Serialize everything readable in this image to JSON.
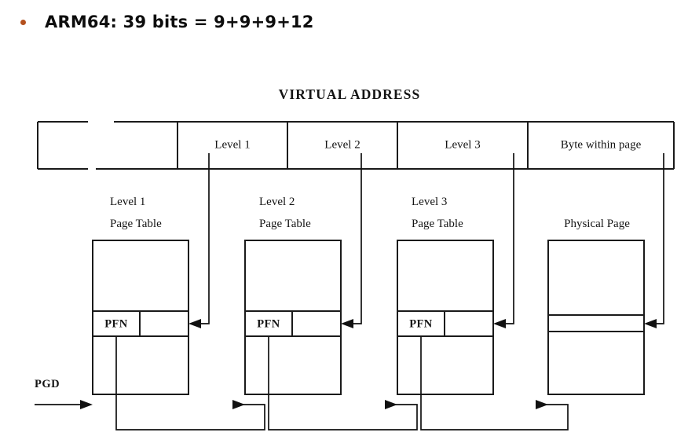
{
  "slide": {
    "bullet": {
      "marker_color": "#b4501e",
      "text": "ARM64: 39 bits = 9+9+9+12"
    }
  },
  "diagram": {
    "title": "VIRTUAL ADDRESS",
    "virtual_address": {
      "fields": [
        {
          "label": "",
          "name": "unused-high-bits"
        },
        {
          "label": "",
          "name": "elided-bits"
        },
        {
          "label": "Level 1",
          "name": "level-1-index"
        },
        {
          "label": "Level 2",
          "name": "level-2-index"
        },
        {
          "label": "Level 3",
          "name": "level-3-index"
        },
        {
          "label": "Byte within page",
          "name": "page-offset"
        }
      ]
    },
    "tables": [
      {
        "line1": "Level 1",
        "line2": "Page Table",
        "entry_label": "PFN"
      },
      {
        "line1": "Level 2",
        "line2": "Page Table",
        "entry_label": "PFN"
      },
      {
        "line1": "Level 3",
        "line2": "Page Table",
        "entry_label": "PFN"
      },
      {
        "line1": "",
        "line2": "Physical Page",
        "entry_label": ""
      }
    ],
    "base_pointer_label": "PGD",
    "colors": {
      "stroke": "#1a1a1a",
      "wire": "#111111",
      "fill": "#ffffff"
    }
  }
}
